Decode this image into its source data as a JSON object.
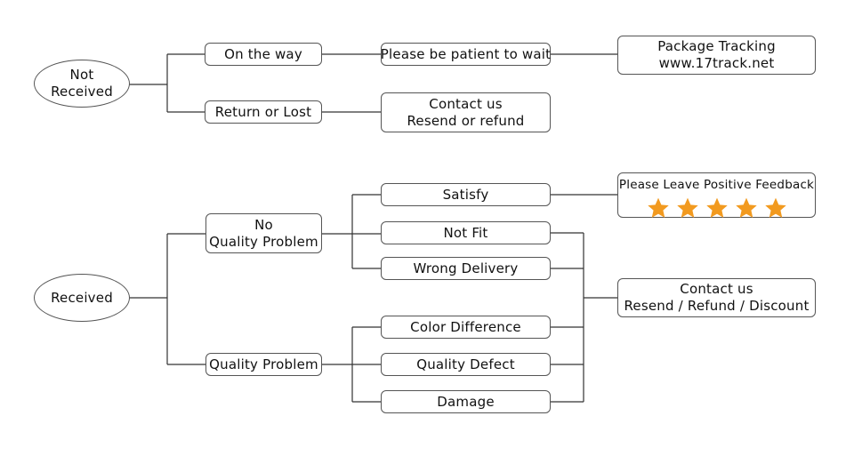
{
  "colors": {
    "line": "#333333",
    "border": "#555555",
    "star": "#f29a1f"
  },
  "not_received": {
    "root": [
      "Not",
      "Received"
    ],
    "on_the_way": "On the way",
    "return_or_lost": "Return or Lost",
    "be_patient": "Please be patient to wait",
    "contact": [
      "Contact us",
      "Resend or refund"
    ],
    "tracking": [
      "Package Tracking",
      "www.17track.net"
    ]
  },
  "received": {
    "root": "Received",
    "no_quality_problem": [
      "No",
      "Quality Problem"
    ],
    "quality_problem": "Quality Problem",
    "satisfy": "Satisfy",
    "not_fit": "Not Fit",
    "wrong_delivery": "Wrong Delivery",
    "color_difference": "Color Difference",
    "quality_defect": "Quality Defect",
    "damage": "Damage",
    "feedback": {
      "text": "Please Leave Positive Feedback",
      "stars": 5,
      "icon": "star-icon"
    },
    "contact": [
      "Contact us",
      "Resend / Refund / Discount"
    ]
  }
}
